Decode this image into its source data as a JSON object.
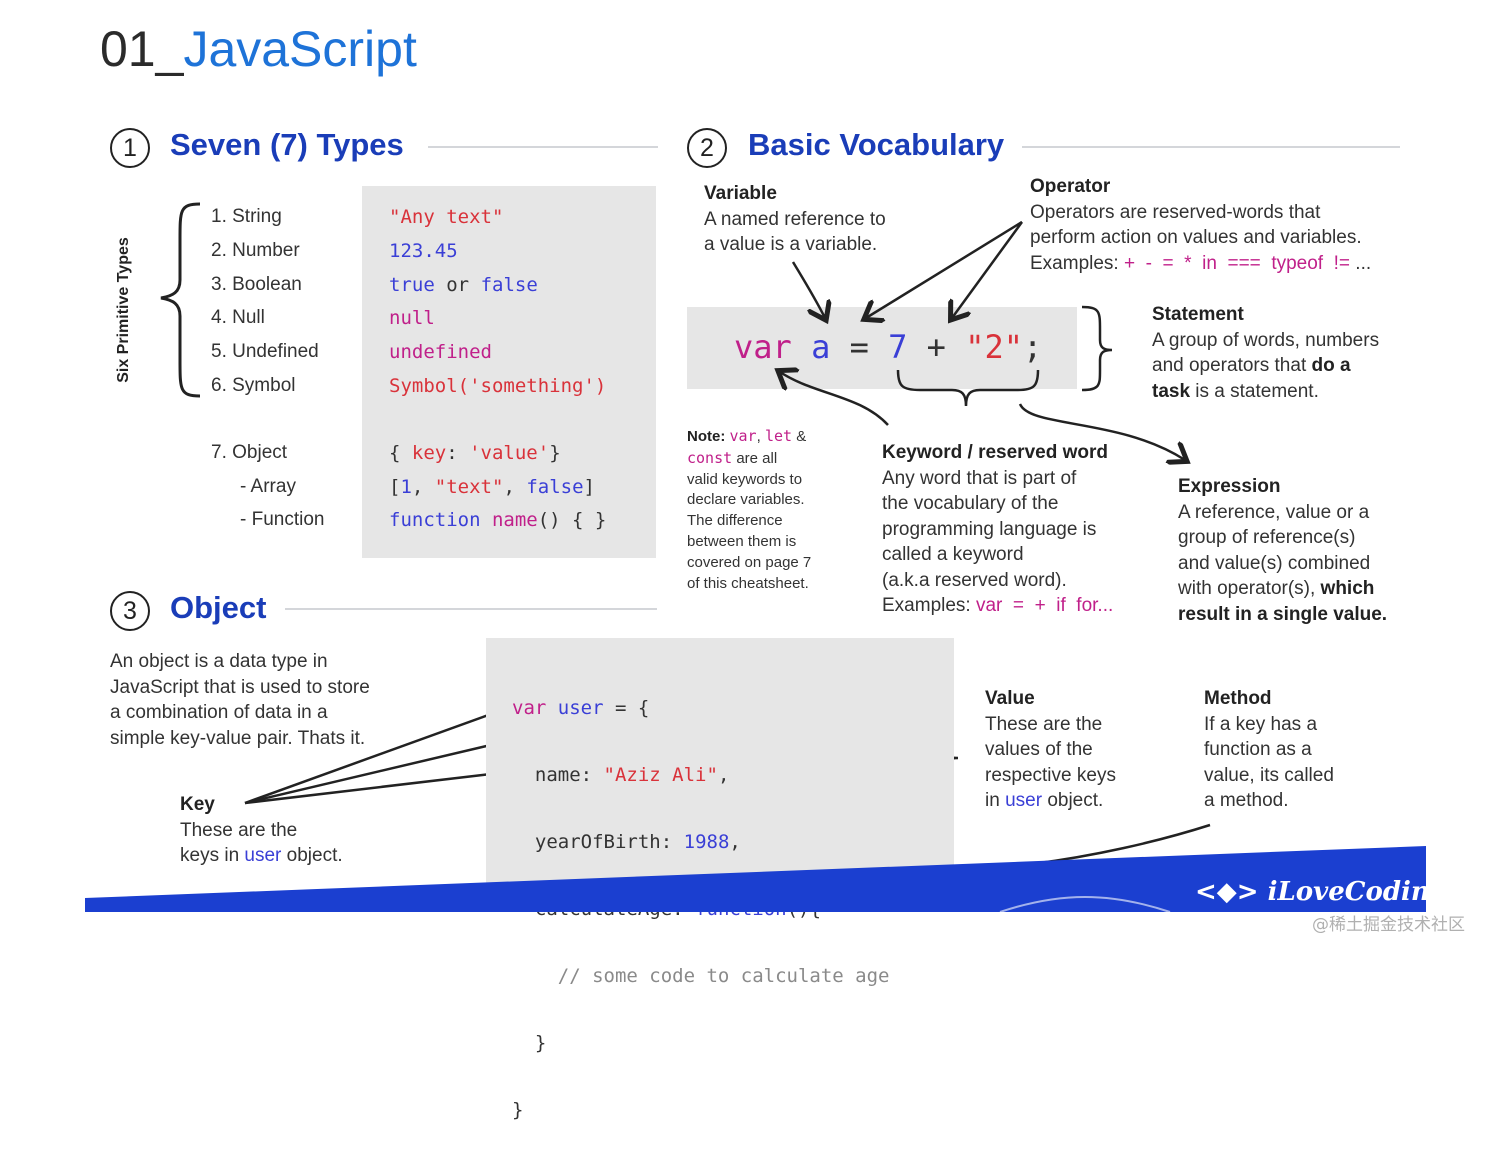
{
  "title": {
    "num": "01_",
    "name": "JavaScript"
  },
  "section1": {
    "number": "1",
    "heading": "Seven (7) Types",
    "brace_label": "Six Primitive Types",
    "types": [
      {
        "label": "1.  String",
        "code": "\"Any text\""
      },
      {
        "label": "2.  Number",
        "code": "123.45"
      },
      {
        "label": "3.  Boolean",
        "code_a": "true",
        "code_or": "or",
        "code_b": "false"
      },
      {
        "label": "4.  Null",
        "code": "null"
      },
      {
        "label": "5.  Undefined",
        "code": "undefined"
      },
      {
        "label": "6.  Symbol",
        "code": "Symbol('something')"
      },
      {
        "label": "7.  Object",
        "code_open": "{ ",
        "code_key": "key",
        "code_colon": ": ",
        "code_val": "'value'",
        "code_close": "}"
      },
      {
        "label": "-  Array",
        "code_open": "[",
        "code_num": "1",
        "code_sep": ", ",
        "code_str": "\"text\"",
        "code_sep2": ", ",
        "code_bool": "false",
        "code_close": "]"
      },
      {
        "label": "-  Function",
        "code_kw": "function",
        "code_name": "name",
        "code_rest": "() { }"
      }
    ]
  },
  "section2": {
    "number": "2",
    "heading": "Basic Vocabulary",
    "statement_code": {
      "var": "var",
      "a": "a",
      "eq": "=",
      "seven": "7",
      "plus": "+",
      "two": "\"2\"",
      "semi": ";"
    },
    "variable": {
      "title": "Variable",
      "body1": "A named reference to",
      "body2": "a value is a variable."
    },
    "operator": {
      "title": "Operator",
      "body1": "Operators are reserved-words that",
      "body2": "perform action on values and variables.",
      "examples_label": "Examples:",
      "examples": "+  -  =  *  in  ===  typeof  !=",
      "ellipsis": "..."
    },
    "statement": {
      "title": "Statement",
      "body1": "A group of words, numbers",
      "body2a": "and operators that ",
      "body2b": "do a",
      "body3a": "task",
      "body3b": " is a statement."
    },
    "note": {
      "label": "Note:",
      "kw1": "var",
      "sep1": ",",
      "kw2": "let",
      "amp": "&",
      "kw3": "const",
      "l2": "are all",
      "l3": "valid keywords to",
      "l4": "declare variables.",
      "l5": "The difference",
      "l6": "between them is",
      "l7": "covered on page 7",
      "l8": "of this cheatsheet."
    },
    "keyword": {
      "title": "Keyword / reserved word",
      "l1": "Any word that is part of",
      "l2": "the vocabulary of the",
      "l3": "programming language is",
      "l4": "called a keyword",
      "l5": "(a.k.a reserved word).",
      "examples_label": "Examples:",
      "examples": "var  =  +  if  for..."
    },
    "expression": {
      "title": "Expression",
      "l1": "A reference, value or a",
      "l2": "group of reference(s)",
      "l3": "and value(s) combined",
      "l4a": "with operator(s), ",
      "l4b": "which",
      "l5": "result in a single value."
    }
  },
  "section3": {
    "number": "3",
    "heading": "Object",
    "desc": [
      "An object is a data type in",
      "JavaScript that is used to store",
      "a combination of data in a",
      "simple key-value pair. Thats it."
    ],
    "code": {
      "l1_kw": "var",
      "l1_name": "user",
      "l1_rest": "= {",
      "l2_key": "name:",
      "l2_val": "\"Aziz Ali\"",
      "l2_end": ",",
      "l3_key": "yearOfBirth:",
      "l3_val": "1988",
      "l3_end": ",",
      "l4_key": "calculateAge:",
      "l4_val": "function",
      "l4_end": "(){",
      "l5": "// some code to calculate age",
      "l6": "}",
      "l7": "}"
    },
    "key": {
      "title": "Key",
      "l1": "These are the",
      "l2a": "keys in ",
      "l2b": "user",
      "l2c": " object."
    },
    "value": {
      "title": "Value",
      "l1": "These are the",
      "l2": "values of the",
      "l3": "respective keys",
      "l4a": "in ",
      "l4b": "user",
      "l4c": " object."
    },
    "method": {
      "title": "Method",
      "l1": "If a key has a",
      "l2": "function as a",
      "l3": "value, its called",
      "l4": "a method."
    }
  },
  "footer": {
    "brand": "iLoveCoding",
    "watermark": "@稀土掘金技术社区"
  },
  "colors": {
    "heading": "#1a3db8",
    "title": "#1e73d8",
    "string": "#d9323a",
    "keyword": "#3a3fd6",
    "magenta": "#c0208a",
    "footer": "#1b3fd0"
  }
}
